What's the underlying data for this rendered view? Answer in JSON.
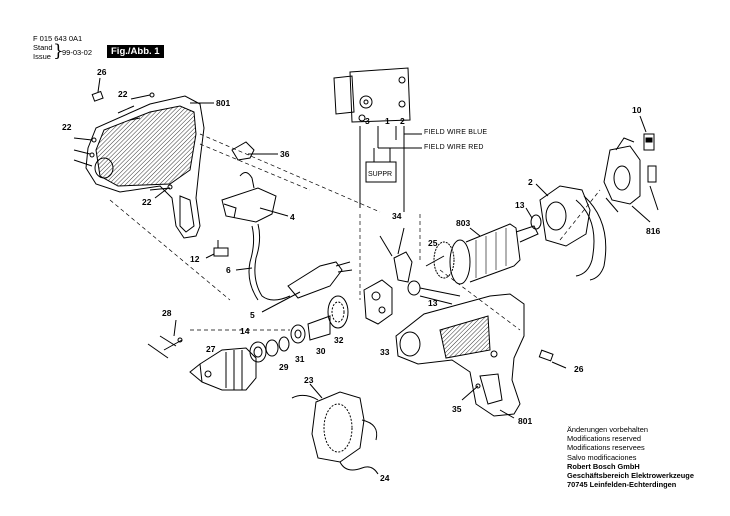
{
  "header": {
    "doc_number": "F 015 643 0A1",
    "stand_label": "Stand",
    "issue_label": "Issue",
    "date": "99-03-02",
    "figure_label": "Fig./Abb. 1"
  },
  "wiring": {
    "field_wire_blue": "FIELD WIRE BLUE",
    "field_wire_red": "FIELD WIRE RED",
    "suppr": "SUPPR",
    "terminals": [
      "3",
      "1",
      "2"
    ]
  },
  "part_labels": {
    "p26a": "26",
    "p22a": "22",
    "p801a": "801",
    "p22b": "22",
    "p36": "36",
    "p22c": "22",
    "p4": "4",
    "p12": "12",
    "p6": "6",
    "p5": "5",
    "p28": "28",
    "p14": "14",
    "p27": "27",
    "p29": "29",
    "p31": "31",
    "p30": "30",
    "p32": "32",
    "p33": "33",
    "p34": "34",
    "p25": "25",
    "p13a": "13",
    "p803": "803",
    "p13b": "13",
    "p2": "2",
    "p10": "10",
    "p816": "816",
    "p26b": "26",
    "p35": "35",
    "p801b": "801",
    "p23": "23",
    "p24": "24"
  },
  "footer": {
    "lines": [
      "Änderungen vorbehalten",
      "Modifications reserved",
      "Modifications reservees",
      "Salvo modificaciones"
    ],
    "company": "Robert Bosch GmbH",
    "division": "Geschäftsbereich Elektrowerkzeuge",
    "address": "70745 Leinfelden-Echterdingen"
  }
}
